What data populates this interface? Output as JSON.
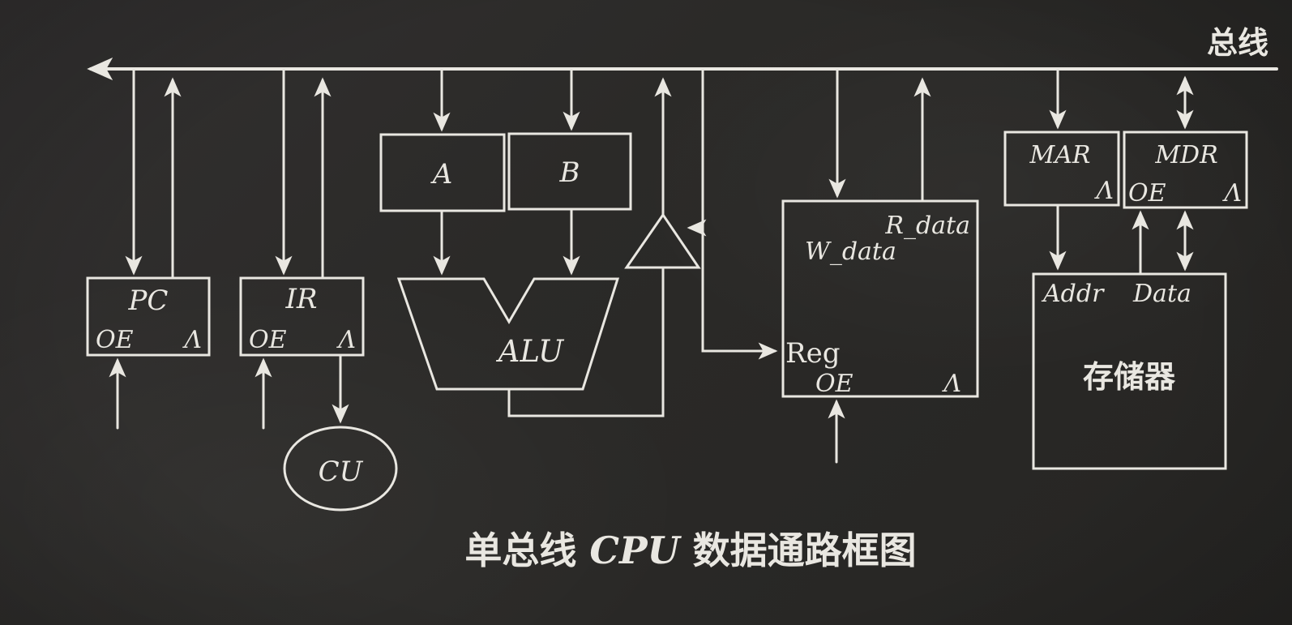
{
  "colors": {
    "background": "#2d2b29",
    "chalk": "#e9e7e1"
  },
  "bus": {
    "label": "总线"
  },
  "caption": {
    "part1": "单总线 ",
    "cpu": "CPU",
    "part2": " 数据通路框图"
  },
  "pc": {
    "name": "PC",
    "oe": "OE",
    "latch": "Λ"
  },
  "ir": {
    "name": "IR",
    "oe": "OE",
    "latch": "Λ"
  },
  "reg_a": {
    "name": "A"
  },
  "reg_b": {
    "name": "B"
  },
  "alu": {
    "name": "ALU"
  },
  "cu": {
    "name": "CU"
  },
  "regfile": {
    "name": "Reg",
    "r_data": "R_data",
    "w_data": "W_data",
    "oe": "OE",
    "latch": "Λ"
  },
  "mar": {
    "name": "MAR",
    "latch": "Λ"
  },
  "mdr": {
    "name": "MDR",
    "oe": "OE",
    "latch": "Λ"
  },
  "memory": {
    "name": "存储器",
    "addr": "Addr",
    "data": "Data"
  }
}
